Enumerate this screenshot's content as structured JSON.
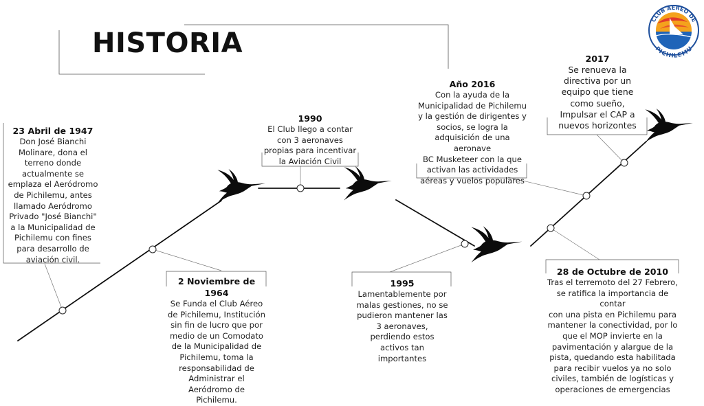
{
  "title": "HISTORIA",
  "logo": {
    "top_text": "CLUB AEREO DE",
    "bottom_text": "PICHILEMU"
  },
  "events": [
    {
      "id": "1947",
      "heading": "23 Abril de 1947",
      "lines": [
        "Don José Bianchi",
        "Molinare, dona el",
        "terreno donde",
        "actualmente se",
        "emplaza el Aeródromo",
        "de Pichilemu, antes",
        "llamado Aeródromo",
        "Privado \"José Bianchi\"",
        "a la Municipalidad de",
        "Pichilemu con fines",
        "para  desarrollo de",
        "aviación civil."
      ]
    },
    {
      "id": "1964",
      "heading": "2 Noviembre de 1964",
      "lines": [
        "Se Funda el Club Aéreo",
        "de Pichilemu, Institución",
        "sin fin de lucro que por",
        "medio de un Comodato",
        "de la Municipalidad de",
        "Pichilemu, toma la",
        "responsabilidad de",
        "Administrar el",
        "Aeródromo de",
        "Pichilemu."
      ]
    },
    {
      "id": "1990",
      "heading": "1990",
      "lines": [
        "El Club llego a contar",
        "con 3 aeronaves",
        "propias para incentivar",
        "la Aviación Civil"
      ]
    },
    {
      "id": "1995",
      "heading": "1995",
      "lines": [
        "Lamentablemente por",
        "malas gestiones, no se",
        "pudieron mantener las",
        "3 aeronaves,",
        "perdiendo estos",
        "activos tan",
        "importantes"
      ]
    },
    {
      "id": "2016",
      "heading": "Año 2016",
      "lines": [
        "Con la ayuda de la",
        "Municipalidad de Pichilemu",
        "y la gestión de dirigentes y",
        "socios, se logra la",
        "adquisición de una aeronave",
        "BC Musketeer con la que",
        "activan las actividades",
        "aéreas y vuelos populares"
      ]
    },
    {
      "id": "2010",
      "heading": "28 de Octubre de 2010",
      "lines": [
        "Tras el terremoto del 27 Febrero,",
        "se ratifica la importancia de contar",
        "con una pista en Pichilemu para",
        "mantener la conectividad, por lo",
        "que el MOP invierte en la",
        "pavimentación y alargue de la",
        "pista, quedando esta habilitada",
        "para recibir vuelos ya no solo",
        "civiles, también de logísticas y",
        "operaciones de emergencias"
      ]
    },
    {
      "id": "2017",
      "heading": "2017",
      "lines": [
        "Se renueva la",
        "directiva por un",
        "equipo que tiene",
        "como sueño,",
        "Impulsar el CAP a",
        "nuevos horizontes"
      ]
    }
  ]
}
